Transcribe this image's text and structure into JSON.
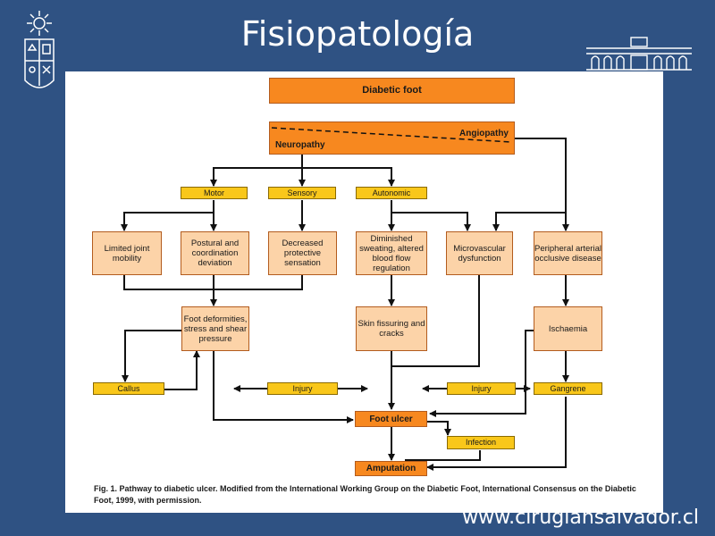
{
  "slide": {
    "title": "Fisiopatología",
    "footer": "www.cirugiahsalvador.cl"
  },
  "diagram": {
    "diabetic_foot": "Diabetic foot",
    "angiopathy": "Angiopathy",
    "neuropathy": "Neuropathy",
    "motor": "Motor",
    "sensory": "Sensory",
    "autonomic": "Autonomic",
    "limited_joint": "Limited joint mobility",
    "postural": "Postural and coordination deviation",
    "decreased_sensation": "Decreased protective sensation",
    "diminished_sweating": "Diminished sweating, altered blood flow regulation",
    "microvascular": "Microvascular dysfunction",
    "peripheral_arterial": "Peripheral arterial occlusive disease",
    "foot_deformities": "Foot deformities, stress and shear pressure",
    "skin_fissuring": "Skin fissuring and cracks",
    "ischaemia": "Ischaemia",
    "callus": "Callus",
    "injury_left": "Injury",
    "injury_right": "Injury",
    "gangrene": "Gangrene",
    "foot_ulcer": "Foot ulcer",
    "infection": "Infection",
    "amputation": "Amputation",
    "caption": "Fig. 1. Pathway to diabetic ulcer. Modified from the International Working Group on the Diabetic Foot, International Consensus on the Diabetic Foot, 1999, with permission."
  },
  "colors": {
    "background": "#2f5283",
    "orange": "#f7881f",
    "peach": "#fcd3a8",
    "yellow": "#f9c71a"
  }
}
